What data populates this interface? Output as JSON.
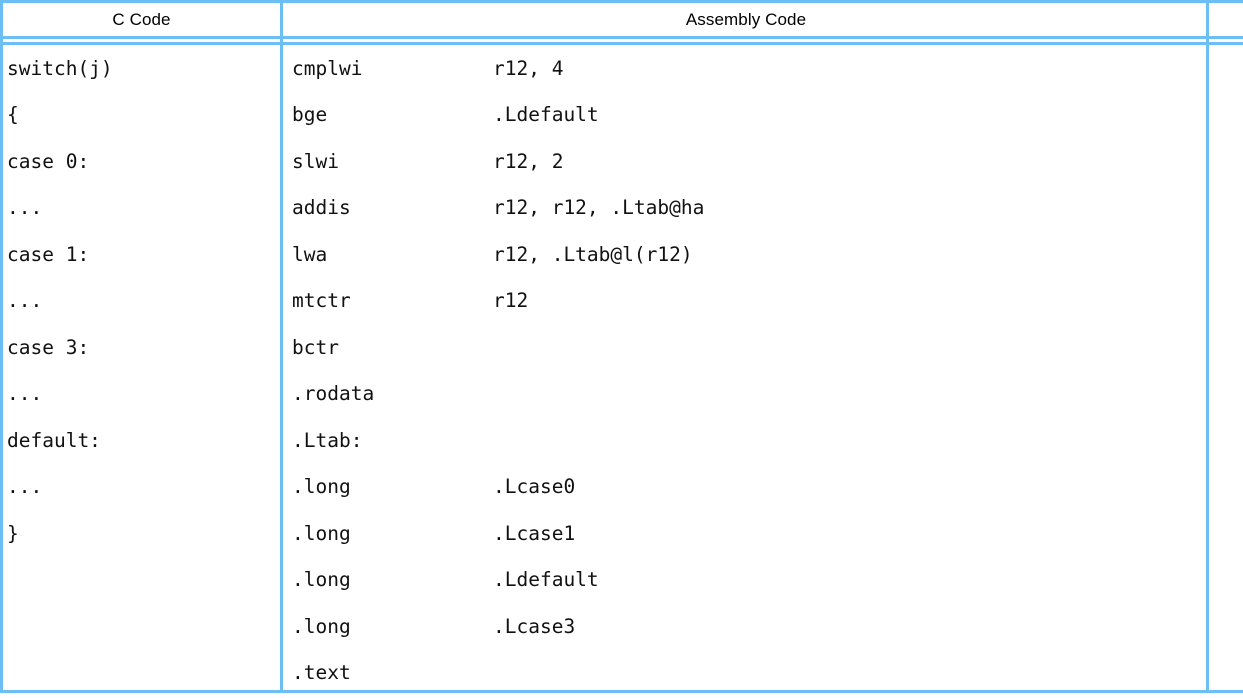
{
  "table": {
    "columns": [
      {
        "header": "C Code"
      },
      {
        "header": "Assembly Code"
      }
    ],
    "rows": [
      {
        "c": "switch(j)",
        "mnemonic": "cmplwi",
        "operand": "r12, 4"
      },
      {
        "c": "{",
        "mnemonic": "bge",
        "operand": ".Ldefault"
      },
      {
        "c": "case 0:",
        "mnemonic": "slwi",
        "operand": "r12, 2"
      },
      {
        "c": "...",
        "mnemonic": "addis",
        "operand": "r12, r12, .Ltab@ha"
      },
      {
        "c": "case 1:",
        "mnemonic": "lwa",
        "operand": "r12, .Ltab@l(r12)"
      },
      {
        "c": "...",
        "mnemonic": "mtctr",
        "operand": "r12"
      },
      {
        "c": "case 3:",
        "mnemonic": "bctr",
        "operand": ""
      },
      {
        "c": "...",
        "mnemonic": ".rodata",
        "operand": ""
      },
      {
        "c": "default:",
        "mnemonic": ".Ltab:",
        "operand": ""
      },
      {
        "c": "...",
        "mnemonic": ".long",
        "operand": ".Lcase0"
      },
      {
        "c": "}",
        "mnemonic": ".long",
        "operand": ".Lcase1"
      },
      {
        "c": "",
        "mnemonic": ".long",
        "operand": ".Ldefault"
      },
      {
        "c": "",
        "mnemonic": ".long",
        "operand": ".Lcase3"
      },
      {
        "c": "",
        "mnemonic": ".text",
        "operand": ""
      }
    ]
  },
  "colors": {
    "border": "#6CBFF5",
    "text": "#111111",
    "header_text": "#000000",
    "background": "#FFFFFF"
  }
}
